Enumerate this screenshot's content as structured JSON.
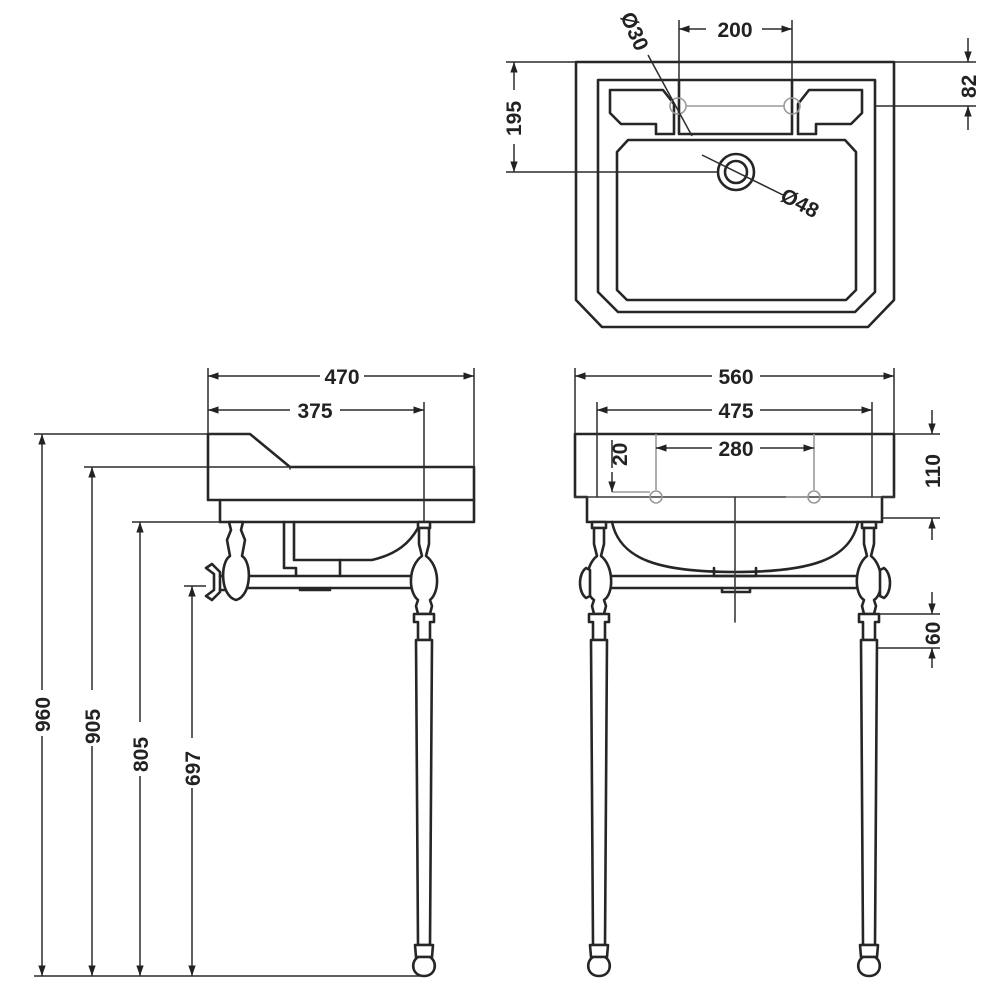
{
  "views": {
    "top": {
      "dims": {
        "tap_spacing": "200",
        "tap_hole_diameter": "Ø30",
        "waste_diameter": "Ø48",
        "depth_to_waste": "195",
        "depth_to_taps": "82"
      }
    },
    "side": {
      "dims": {
        "overall_depth": "470",
        "leg_depth": "375",
        "height_top": "960",
        "height_rim": "905",
        "height_underside": "805",
        "height_rail": "697"
      }
    },
    "front": {
      "dims": {
        "overall_width": "560",
        "inner_width": "475",
        "tap_centres": "280",
        "upstand": "20",
        "basin_height": "110",
        "rail_offset": "60"
      }
    }
  }
}
